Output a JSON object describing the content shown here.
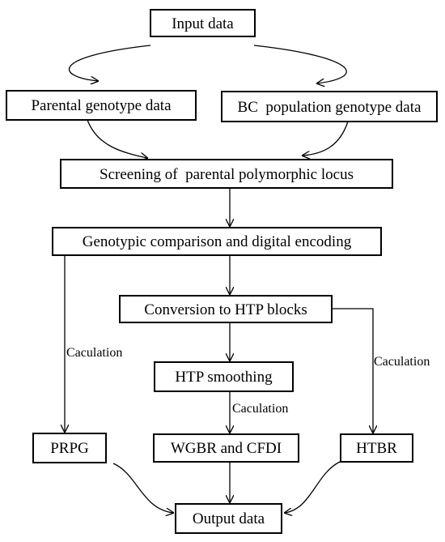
{
  "nodes": {
    "input": "Input data",
    "parental": "Parental genotype data",
    "bc": "BC  population genotype data",
    "screening": "Screening of  parental polymorphic locus",
    "genotypic": "Genotypic comparison and digital encoding",
    "conversion": "Conversion to HTP blocks",
    "smoothing": "HTP smoothing",
    "prpg": "PRPG",
    "wgbr": "WGBR and CFDI",
    "htbr": "HTBR",
    "output": "Output data"
  },
  "edge_labels": {
    "left": "Caculation",
    "middle": "Caculation",
    "right": "Caculation"
  }
}
